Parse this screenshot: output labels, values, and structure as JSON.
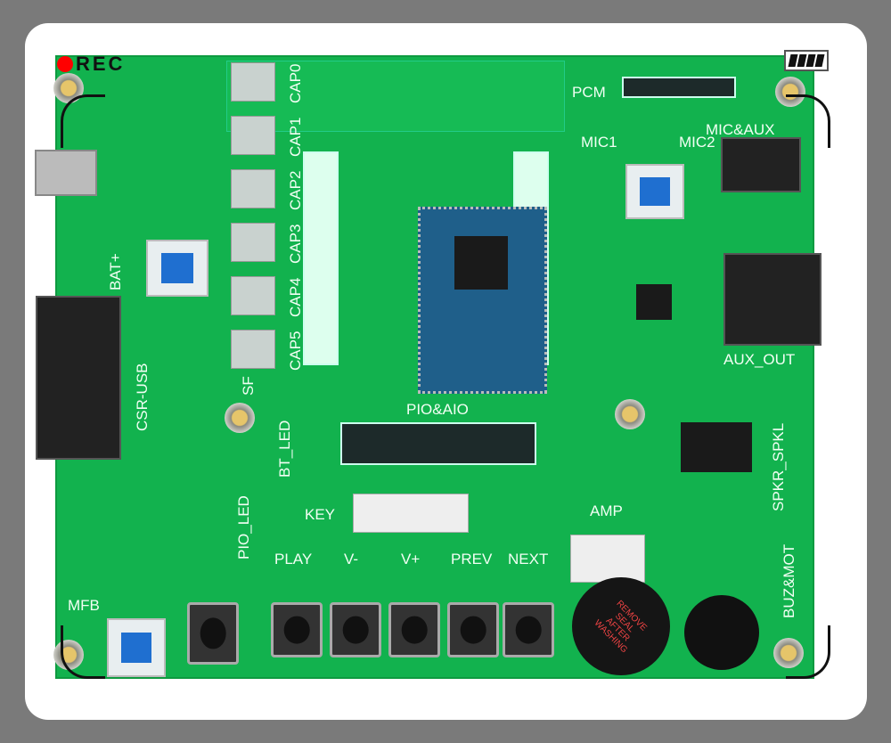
{
  "overlay": {
    "rec_label": "REC",
    "rec_color": "#ff0000",
    "battery_icon": "battery-full-icon"
  },
  "board": {
    "caps": [
      "CAP0",
      "CAP1",
      "CAP2",
      "CAP3",
      "CAP4",
      "CAP5"
    ],
    "pcm": "PCM",
    "mic1": "MIC1",
    "mic2": "MIC2",
    "mic_aux": "MIC&AUX",
    "bat": "BAT+",
    "csr_usb": "CSR-USB",
    "sf": "SF",
    "bt_led": "BT_LED",
    "pio_aio": "PIO&AIO",
    "aux_out": "AUX_OUT",
    "spkr": "SPKR_SPKL",
    "key": "KEY",
    "amp": "AMP",
    "buttons": [
      "PLAY",
      "V-",
      "V+",
      "PREV",
      "NEXT"
    ],
    "mfb": "MFB",
    "pio_led": "PIO_LED",
    "buz_mot": "BUZ&MOT",
    "buzzer_text": "REMOVE SEAL AFTER WASHING",
    "pcb_color": "#12b24e"
  }
}
